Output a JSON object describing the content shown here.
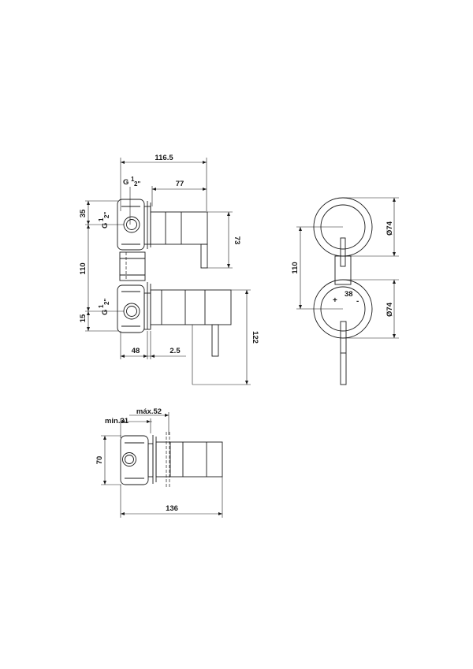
{
  "view_side_upper": {
    "overall_width": "116.5",
    "thread_top": {
      "prefix": "G",
      "num": "1",
      "den": "2\""
    },
    "thread_bottom": {
      "prefix": "G",
      "num": "1",
      "den": "2\""
    },
    "depth_upper": "77",
    "offset_top": "35",
    "handle_height": "73",
    "center_distance": "110",
    "offset_bottom": "15",
    "body_height": "122",
    "body_depth": "48",
    "plate_gap": "2.5"
  },
  "view_front": {
    "center_distance": "110",
    "plate_diameter_top": "Ø74",
    "plate_diameter_bottom": "Ø74",
    "temperature_mark": "38",
    "plus_sign": "+",
    "minus_sign": "-"
  },
  "view_side_lower": {
    "min_depth": "min.31",
    "max_depth": "máx.52",
    "height": "70",
    "overall_width": "136"
  }
}
